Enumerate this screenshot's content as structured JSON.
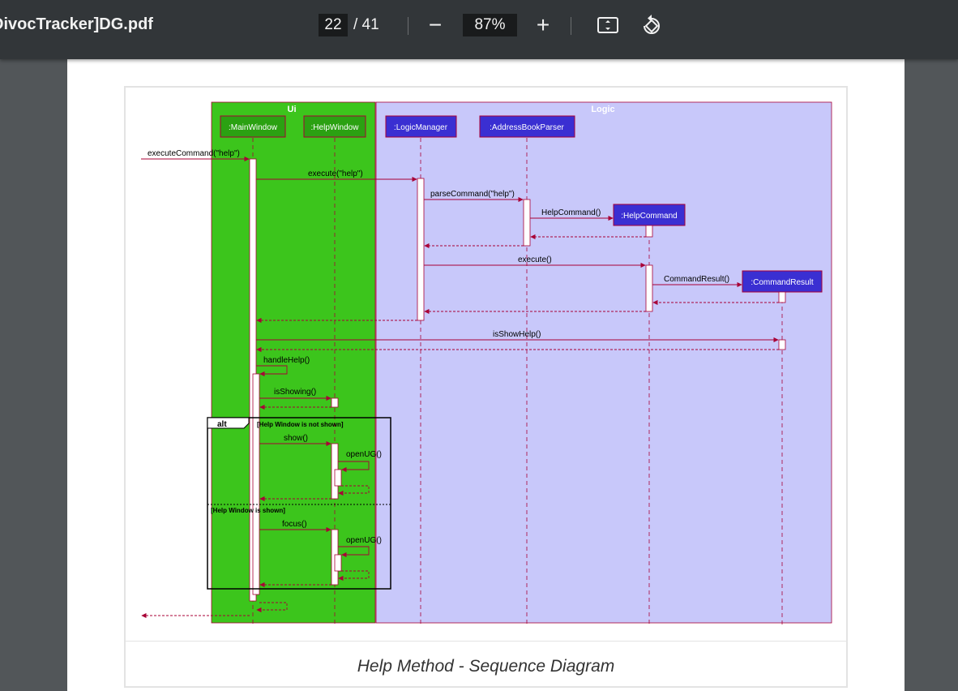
{
  "toolbar": {
    "filename": "DivocTracker]DG.pdf",
    "current_page": "22",
    "total_pages": "/ 41",
    "zoom": "87%",
    "zoom_out_glyph": "−",
    "zoom_in_glyph": "+"
  },
  "figure": {
    "caption": "Help Method - Sequence Diagram",
    "groups": {
      "ui": "Ui",
      "logic": "Logic"
    },
    "participants": {
      "main_window": ":MainWindow",
      "help_window": ":HelpWindow",
      "logic_manager": ":LogicManager",
      "parser": ":AddressBookParser",
      "help_command": ":HelpCommand",
      "command_result": ":CommandResult"
    },
    "messages": {
      "m1": "executeCommand(\"help\")",
      "m2": "execute(\"help\")",
      "m3": "parseCommand(\"help\")",
      "m4": "HelpCommand()",
      "m5": "execute()",
      "m6": "CommandResult()",
      "m7": "isShowHelp()",
      "m8": "handleHelp()",
      "m9": "isShowing()",
      "m10": "show()",
      "m11": "openUG()",
      "m12": "focus()",
      "m13": "openUG()"
    },
    "alt": {
      "label": "alt",
      "guard1": "[Help Window is not shown]",
      "guard2": "[Help Window is shown]"
    }
  }
}
